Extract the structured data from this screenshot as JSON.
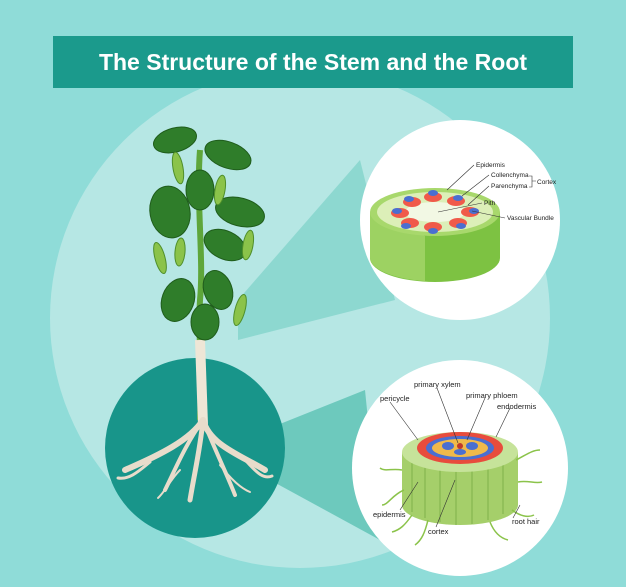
{
  "title": "The Structure of the Stem and the Root",
  "stem_labels": {
    "epidermis": "Epidermis",
    "collenchyma": "Collenchyma",
    "parenchyma": "Parenchyma",
    "cortex": "Cortex",
    "pith": "Pith",
    "vascular_bundle": "Vascular Bundle"
  },
  "root_labels": {
    "primary_xylem": "primary xylem",
    "primary_phloem": "primary phloem",
    "pericycle": "pericycle",
    "endodermis": "endodermis",
    "epidermis": "epidermis",
    "cortex": "cortex",
    "root_hair": "root hair"
  },
  "colors": {
    "background": "#8fdcd8",
    "title_banner": "#1b9a8c",
    "big_circle": "#b6e7e4",
    "root_circle": "#18958a",
    "leaf": "#2f7d2a",
    "stem_green": "#7dc242"
  }
}
